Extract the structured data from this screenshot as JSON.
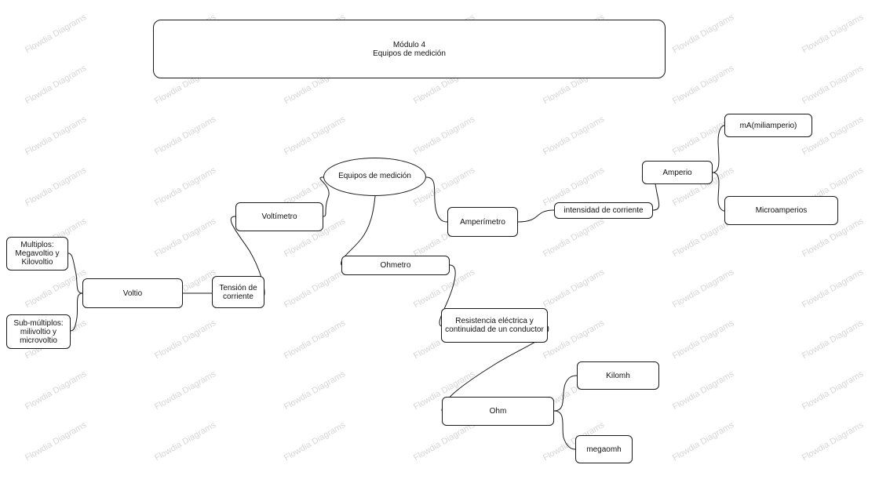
{
  "title": {
    "line1": "Módulo 4",
    "line2": "Equipos de medición"
  },
  "watermark": "Flowdia Diagrams",
  "nodes": {
    "equipos": "Equipos de medición",
    "voltimetro": "Voltímetro",
    "tension": "Tensión de\ncorriente",
    "voltio": "Voltio",
    "multiplos": "Multiplos:\nMegavoltio y\nKilovoltio",
    "submultiplos": "Sub-múltiplos:\nmilivoltio y\nmicrovoltio",
    "amperimetro": "Amperímetro",
    "intensidad": "intensidad de corriente",
    "amperio": "Amperio",
    "miliamperio": "mA(miliamperio)",
    "microamperios": "Microamperios",
    "ohmetro": "Ohmetro",
    "resistencia": "Resistencia eléctrica y\ncontinuidad de un conductor",
    "ohm": "Ohm",
    "kilomh": "Kilomh",
    "megaomh": "megaomh"
  },
  "colors": {
    "stroke": "#1a1a1a",
    "background": "#ffffff",
    "watermark": "#d6d6d6"
  }
}
